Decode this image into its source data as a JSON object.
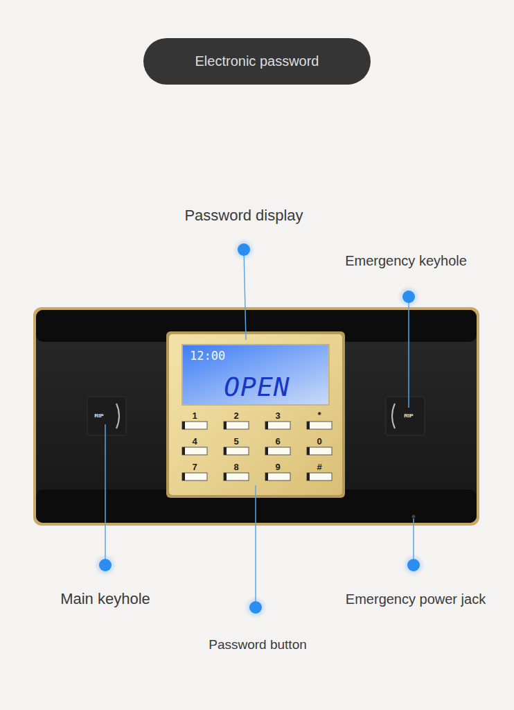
{
  "diagram": {
    "nodes": [
      {
        "text": [
          "Electronic password"
        ]
      },
      {
        "text": [
          "12:00",
          "OPEN"
        ]
      }
    ],
    "labels": [
      "Password display",
      "Emergency keyhole",
      "Main keyhole",
      "Password button",
      "Emergency power jack",
      "RIP",
      "RIP",
      "1",
      "2",
      "3",
      "*",
      "4",
      "5",
      "6",
      "0",
      "7",
      "8",
      "9",
      "#"
    ]
  }
}
